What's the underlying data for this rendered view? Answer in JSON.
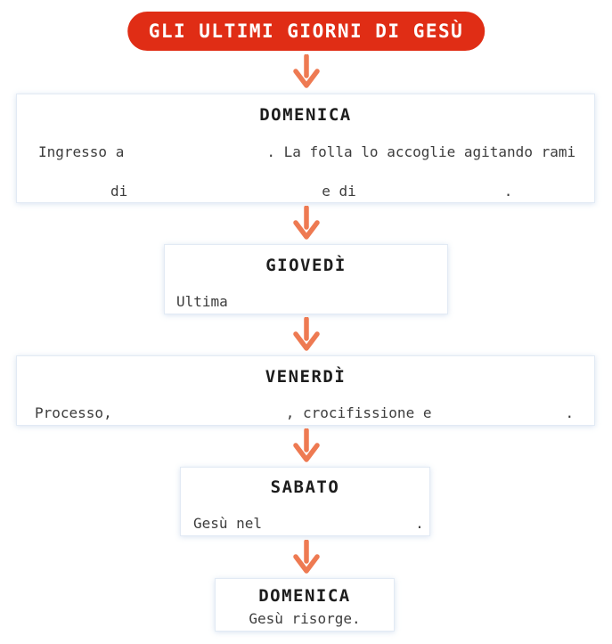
{
  "title": {
    "label": "GLI ULTIMI GIORNI DI GESÙ"
  },
  "colors": {
    "accent_red": "#e02d15",
    "arrow_orange": "#ee7a52",
    "box_border": "#e2eaf4",
    "header_text": "#1d1d1d",
    "body_text": "#3d3d3d",
    "title_text": "#ffffff"
  },
  "arrow": {
    "icon": "down-arrow-icon",
    "count": 5
  },
  "boxes": [
    {
      "header": "DOMENICA",
      "lines": [
        [
          {
            "text": "Ingresso a"
          },
          {
            "blank": 160
          },
          {
            "text": ". La folla lo accoglie agitando rami"
          }
        ],
        [
          {
            "blank": 81
          },
          {
            "text": "di"
          },
          {
            "blank": 218
          },
          {
            "text": "e di"
          },
          {
            "blank": 166
          },
          {
            "text": "."
          }
        ]
      ]
    },
    {
      "header": "GIOVEDÌ",
      "lines": [
        [
          {
            "text": "Ultima"
          },
          {
            "blank": 180
          }
        ]
      ]
    },
    {
      "header": "VENERDÌ",
      "lines": [
        [
          {
            "text": "Processo,"
          },
          {
            "blank": 195
          },
          {
            "text": ", crocifissione e"
          },
          {
            "blank": 150
          },
          {
            "text": "."
          }
        ]
      ]
    },
    {
      "header": "SABATO",
      "lines": [
        [
          {
            "text": "Gesù nel"
          },
          {
            "blank": 172
          },
          {
            "text": "."
          }
        ]
      ]
    },
    {
      "header": "DOMENICA",
      "lines": [
        [
          {
            "text": "Gesù risorge."
          }
        ]
      ]
    }
  ]
}
